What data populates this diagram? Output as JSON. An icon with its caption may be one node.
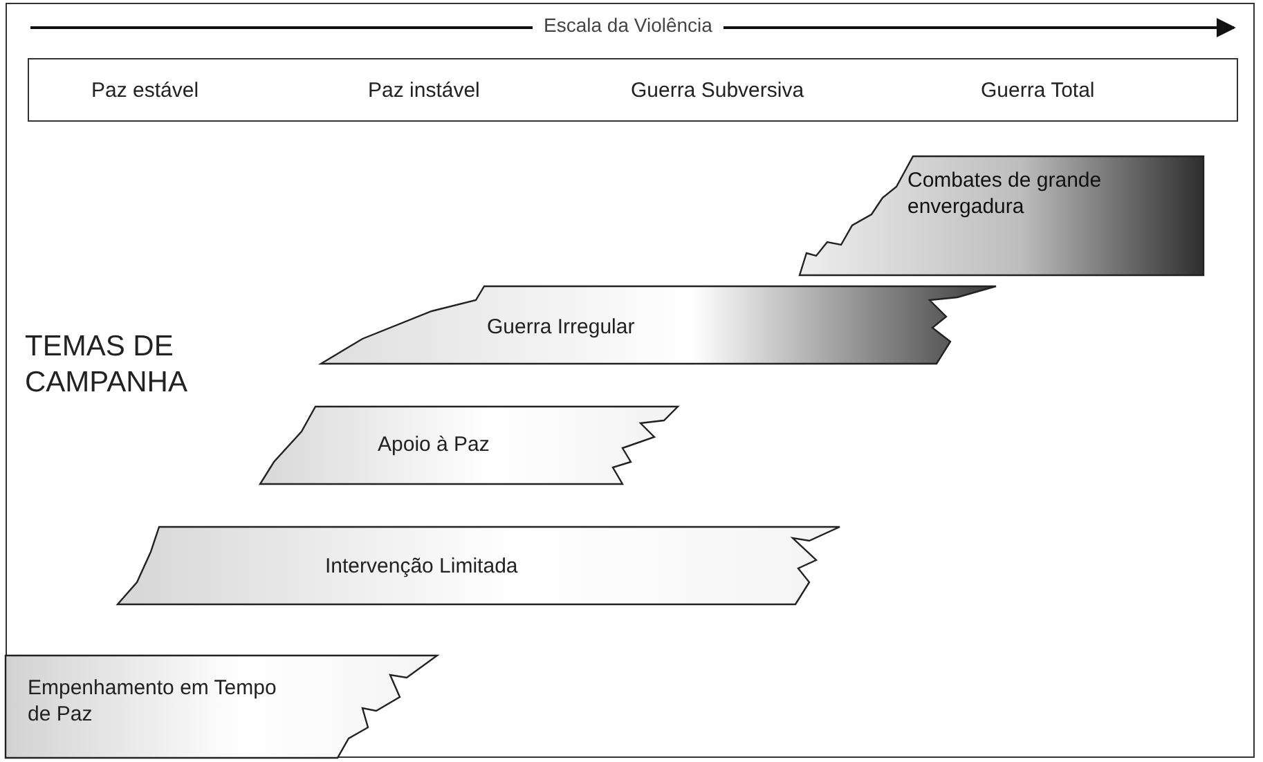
{
  "diagram": {
    "nodes": [
      {
        "text": [
          "Paz estável",
          "Paz instável",
          "Guerra Subversiva",
          "Guerra Total"
        ]
      },
      {
        "text": [
          "Combates de grande envergadura"
        ]
      },
      {
        "text": [
          "Guerra Irregular"
        ]
      },
      {
        "text": [
          "Apoio à Paz"
        ]
      },
      {
        "text": [
          "Intervenção Limitada"
        ]
      },
      {
        "text": [
          "Empenhamento em Tempo de Paz"
        ]
      }
    ],
    "labels": [
      "Escala da Violência",
      "TEMAS DE CAMPANHA"
    ]
  }
}
